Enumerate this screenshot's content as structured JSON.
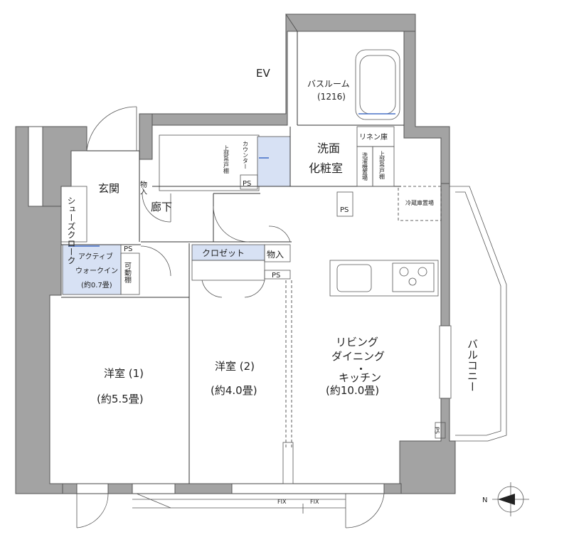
{
  "labels": {
    "ev": "EV",
    "bathroom_line1": "バスルーム",
    "bathroom_line2": "(1216)",
    "linen": "リネン庫",
    "washroom_line1": "洗面",
    "washroom_line2": "化粧室",
    "upper_shelf_left": "上部吊戸棚",
    "counter": "カウンター",
    "ps": "PS",
    "washer": "洗濯機置場",
    "upper_shelf_right": "上部吊戸棚",
    "fridge": "冷蔵庫置場",
    "storage": "物入",
    "entrance": "玄関",
    "hallway": "廊下",
    "shoes_cloak": "シューズクローク",
    "wic_line1": "アクティブ",
    "wic_line2": "ウォークイン",
    "wic_line3": "(約0.7畳)",
    "movable_shelf": "可動棚",
    "closet": "クロゼット",
    "room1_name": "洋室 (1)",
    "room1_size": "(約5.5畳)",
    "room2_name": "洋室 (2)",
    "room2_size": "(約4.0畳)",
    "ldk_line1": "リビング",
    "ldk_line2": "ダイニング",
    "ldk_line3": "・",
    "ldk_line4": "キッチン",
    "ldk_line5": "(約10.0畳)",
    "balcony": "バルコニー",
    "fix1": "FIX",
    "fix2": "FIX",
    "compass_n": "N"
  }
}
